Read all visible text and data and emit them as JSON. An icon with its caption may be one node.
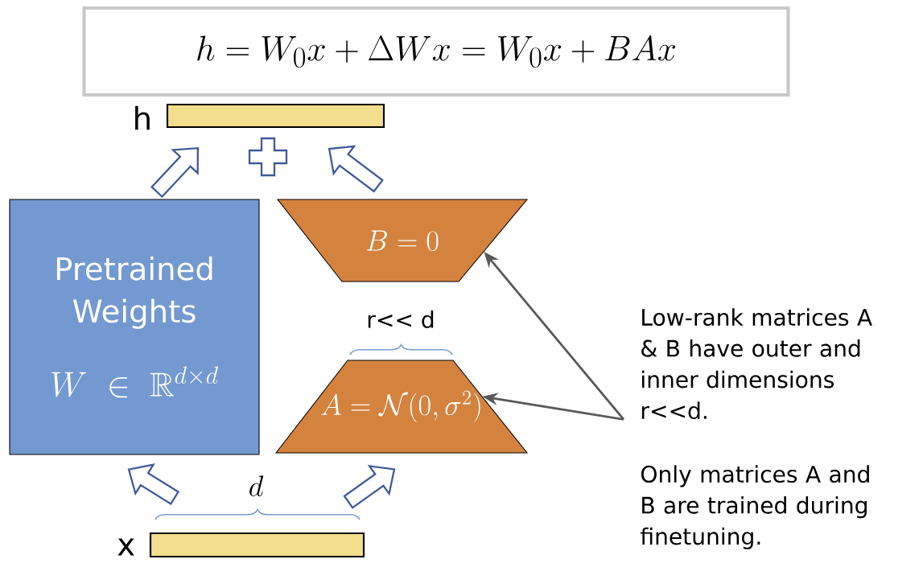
{
  "diagram": {
    "nodes": [
      {
        "text": [
          "h = W_0x + \\Delta W x = W_0x + BAx"
        ]
      },
      {
        "text": [],
        "shape": "bar",
        "beside": [
          "h"
        ]
      },
      {
        "text": [
          "Pretrained Weights",
          "W \\in \\mathbb{R}^{d\\times d}"
        ]
      },
      {
        "text": [
          "B = 0"
        ]
      },
      {
        "text": [
          "A = \\mathcal{N}(0,\\sigma^2)"
        ]
      },
      {
        "text": [],
        "shape": "bar",
        "beside": [
          "x"
        ]
      },
      {
        "text": [
          "Low-rank matrices A & B have outer and inner dimensions r<<d."
        ]
      }
    ],
    "edges": [
      {
        "from": 2,
        "to": 1,
        "arrow": "to",
        "style": "thick"
      },
      {
        "from": 3,
        "to": 1,
        "arrow": "to",
        "style": "thick"
      },
      {
        "from": 5,
        "to": 2,
        "arrow": "to",
        "style": "thick"
      },
      {
        "from": 5,
        "to": 4,
        "arrow": "to",
        "style": "thick"
      },
      {
        "from": 6,
        "to": 3,
        "arrow": "to",
        "color": "#595959"
      },
      {
        "from": 6,
        "to": 4,
        "arrow": "to",
        "color": "#595959"
      }
    ],
    "labels": [
      "r<< d",
      "d",
      "Only matrices A and B are trained during finetuning."
    ]
  }
}
